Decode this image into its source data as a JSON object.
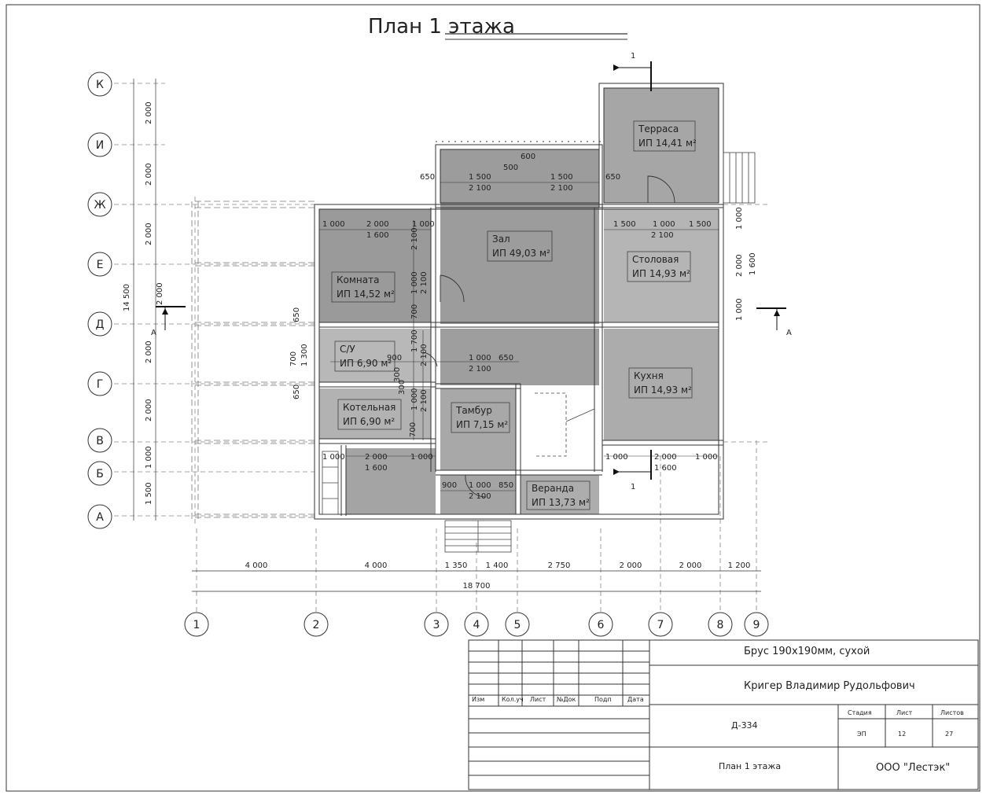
{
  "title": "План 1 этажа",
  "rooms": [
    {
      "id": "terrace",
      "name": "Терраса",
      "area": "ИП 14,41 м²"
    },
    {
      "id": "hall",
      "name": "Зал",
      "area": "ИП 49,03 м²"
    },
    {
      "id": "room",
      "name": "Комната",
      "area": "ИП 14,52 м²"
    },
    {
      "id": "dining",
      "name": "Столовая",
      "area": "ИП 14,93 м²"
    },
    {
      "id": "wc",
      "name": "С/У",
      "area": "ИП 6,90 м²"
    },
    {
      "id": "kitchen",
      "name": "Кухня",
      "area": "ИП 14,93 м²"
    },
    {
      "id": "boiler",
      "name": "Котельная",
      "area": "ИП 6,90 м²"
    },
    {
      "id": "vestibule",
      "name": "Тамбур",
      "area": "ИП 7,15 м²"
    },
    {
      "id": "veranda",
      "name": "Веранда",
      "area": "ИП 13,73 м²"
    }
  ],
  "axes": {
    "rows": [
      "К",
      "И",
      "Ж",
      "Е",
      "Д",
      "Г",
      "В",
      "Б",
      "А"
    ],
    "cols": [
      "1",
      "2",
      "3",
      "4",
      "5",
      "6",
      "7",
      "8",
      "9"
    ]
  },
  "dims": {
    "bottom": [
      "4 000",
      "4 000",
      "1 350",
      "1 400",
      "2 750",
      "2 000",
      "2 000",
      "1 200"
    ],
    "bottom_total": "18 700",
    "left": [
      "2 000",
      "2 000",
      "2 000",
      "2 000",
      "2 000",
      "2 000",
      "1 000",
      "1 500"
    ],
    "left_total": "14 500",
    "hall_top": [
      "650",
      "1 500",
      "500",
      "1 500",
      "650"
    ],
    "hall_top2": [
      "2 100",
      "2 100"
    ],
    "hall_top3": "600",
    "room_top": [
      "1 000",
      "2 000",
      "1 000"
    ],
    "room_top2": "1 600",
    "dining_top": [
      "1 500",
      "1 000",
      "1 500"
    ],
    "dining_top2": "2 100",
    "boiler_bottom": [
      "1 000",
      "2 000",
      "1 000"
    ],
    "boiler_bottom2": "1 600",
    "kitchen_bottom": [
      "1 000",
      "2 000",
      "1 000"
    ],
    "kitchen_bottom2": "1 600",
    "veranda_top": [
      "900",
      "1 000",
      "850"
    ],
    "veranda_top2": "2 100",
    "mid": [
      "1 000",
      "650"
    ],
    "mid2": "2 100",
    "right": [
      "1 000",
      "2 000",
      "1 000"
    ],
    "right2": "1 600",
    "vert_room": [
      "2 100",
      "1 000",
      "2 100",
      "700"
    ],
    "vert_wc": [
      "700",
      "1 300",
      "900"
    ],
    "vert_wc2": [
      "1 700",
      "2 100",
      "300"
    ],
    "vert_boiler": [
      "650",
      "700",
      "1 000",
      "2 100",
      "300",
      "650"
    ]
  },
  "sections": {
    "s1": "1",
    "sA": "А"
  },
  "stamp": {
    "material": "Брус 190х190мм, сухой",
    "author": "Кригер Владимир Рудольфович",
    "code": "Д-334",
    "sheet_name": "План 1 этажа",
    "company": "ООО \"Лестэк\"",
    "headers": [
      "Изм",
      "Кол.уч",
      "Лист",
      "№Док",
      "Подп",
      "Дата"
    ],
    "stage_label": "Стадия",
    "sheet_label": "Лист",
    "sheets_label": "Листов",
    "stage": "ЭП",
    "sheet": "12",
    "sheets": "27"
  }
}
